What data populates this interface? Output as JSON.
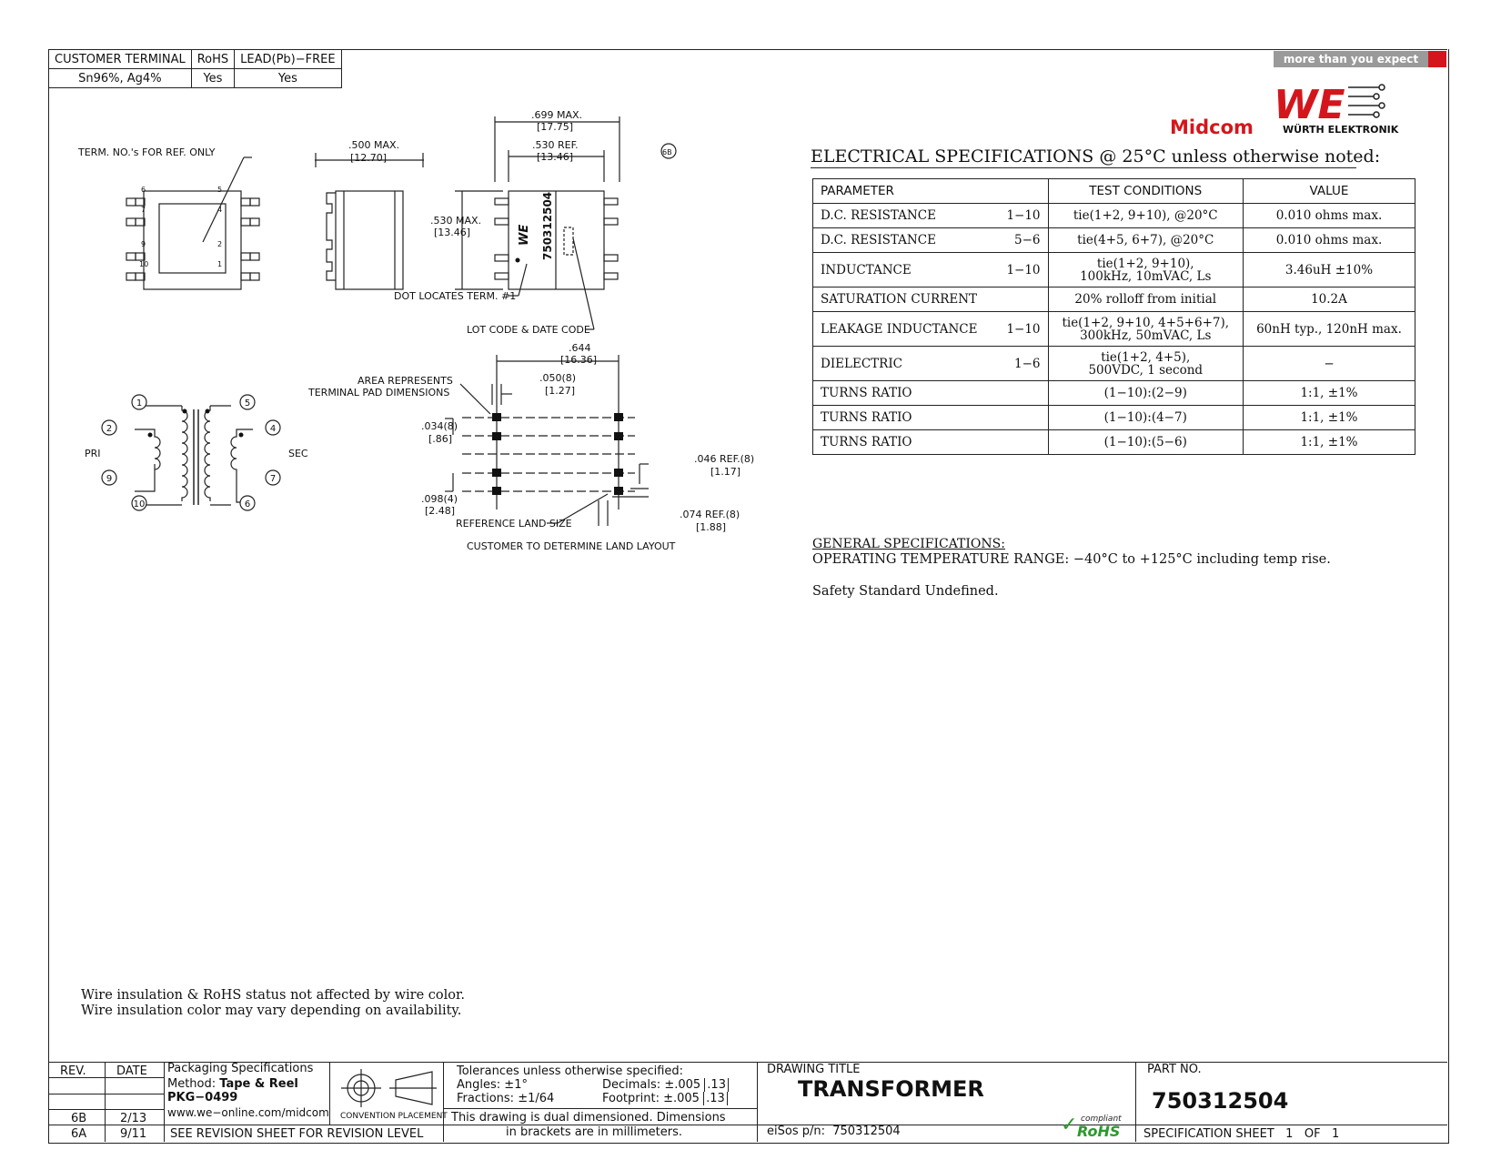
{
  "terminal_table": {
    "headers": [
      "CUSTOMER TERMINAL",
      "RoHS",
      "LEAD(Pb)−FREE"
    ],
    "values": [
      "Sn96%, Ag4%",
      "Yes",
      "Yes"
    ]
  },
  "branding": {
    "banner": "more than you expect",
    "midcom": "Midcom",
    "we": "WE",
    "wurth": "WÜRTH ELEKTRONIK",
    "red": "#d4161c"
  },
  "drawing": {
    "term_note": "TERM. NO.'s FOR REF. ONLY",
    "pin_left": [
      "6",
      "7",
      "9",
      "10"
    ],
    "pin_right": [
      "5",
      "4",
      "2",
      "1"
    ],
    "side_width": ".500 MAX.",
    "side_width_mm": "[12.70]",
    "top_width": ".699 MAX.",
    "top_width_mm": "[17.75]",
    "top_ref": ".530 REF.",
    "top_ref_mm": "[13.46]",
    "rev_mark": "6B",
    "height": ".530 MAX.",
    "height_mm": "[13.46]",
    "part_mark": "750312504",
    "dot_note": "DOT LOCATES TERM. #1",
    "lot_note": "LOT CODE & DATE CODE",
    "schematic_pri": "PRI",
    "schematic_sec": "SEC",
    "pri_pins": [
      "1",
      "2",
      "9",
      "10"
    ],
    "sec_pins": [
      "5",
      "4",
      "7",
      "6"
    ],
    "land_width": ".644",
    "land_width_mm": "[16.36]",
    "area_note_1": "AREA REPRESENTS",
    "area_note_2": "TERMINAL PAD DIMENSIONS",
    "pad_w": ".050(8)",
    "pad_w_mm": "[1.27]",
    "pad_h": ".034(8)",
    "pad_h_mm": "[.86]",
    "pitch": ".098(4)",
    "pitch_mm": "[2.48]",
    "ref1": ".046 REF.(8)",
    "ref1_mm": "[1.17]",
    "ref2": ".074 REF.(8)",
    "ref2_mm": "[1.88]",
    "land_note": "REFERENCE LAND SIZE",
    "customer_note": "CUSTOMER TO DETERMINE LAND LAYOUT"
  },
  "electrical": {
    "title": "ELECTRICAL SPECIFICATIONS @ 25°C unless otherwise noted:",
    "headers": [
      "PARAMETER",
      "TEST CONDITIONS",
      "VALUE"
    ],
    "rows": [
      {
        "param": "D.C. RESISTANCE",
        "pins": "1−10",
        "cond1": "tie(1+2, 9+10), @20°C",
        "cond2": "",
        "value": "0.010 ohms max."
      },
      {
        "param": "D.C. RESISTANCE",
        "pins": "5−6",
        "cond1": "tie(4+5, 6+7), @20°C",
        "cond2": "",
        "value": "0.010 ohms max."
      },
      {
        "param": "INDUCTANCE",
        "pins": "1−10",
        "cond1": "tie(1+2, 9+10),",
        "cond2": "100kHz, 10mVAC, Ls",
        "value": "3.46uH ±10%"
      },
      {
        "param": "SATURATION CURRENT",
        "pins": "",
        "cond1": "20% rolloff from initial",
        "cond2": "",
        "value": "10.2A"
      },
      {
        "param": "LEAKAGE INDUCTANCE",
        "pins": "1−10",
        "cond1": "tie(1+2, 9+10, 4+5+6+7),",
        "cond2": "300kHz, 50mVAC, Ls",
        "value": "60nH typ., 120nH max."
      },
      {
        "param": "DIELECTRIC",
        "pins": "1−6",
        "cond1": "tie(1+2, 4+5),",
        "cond2": "500VDC, 1 second",
        "value": "−"
      },
      {
        "param": "TURNS RATIO",
        "pins": "",
        "cond1": "(1−10):(2−9)",
        "cond2": "",
        "value": "1:1, ±1%"
      },
      {
        "param": "TURNS RATIO",
        "pins": "",
        "cond1": "(1−10):(4−7)",
        "cond2": "",
        "value": "1:1, ±1%"
      },
      {
        "param": "TURNS RATIO",
        "pins": "",
        "cond1": "(1−10):(5−6)",
        "cond2": "",
        "value": "1:1, ±1%"
      }
    ]
  },
  "general": {
    "title": "GENERAL SPECIFICATIONS:",
    "operating": "OPERATING TEMPERATURE RANGE: −40°C to +125°C including temp rise.",
    "safety": "Safety Standard Undefined."
  },
  "wire_notes": [
    "Wire insulation & RoHS status not affected by wire color.",
    "Wire insulation color may vary depending on availability."
  ],
  "title_block": {
    "rev_header": "REV.",
    "date_header": "DATE",
    "revs": [
      {
        "rev": "6B",
        "date": "2/13"
      },
      {
        "rev": "6A",
        "date": "9/11"
      }
    ],
    "pkg_title": "Packaging Specifications",
    "pkg_method_label": "Method:",
    "pkg_method": "Tape & Reel",
    "pkg_number": "PKG−0499",
    "website": "www.we−online.com/midcom",
    "see_revision": "SEE REVISION SHEET FOR REVISION LEVEL",
    "convention": "CONVENTION PLACEMENT",
    "tol_title": "Tolerances unless otherwise specified:",
    "angles_label": "Angles:",
    "angles": "±1°",
    "fractions_label": "Fractions:",
    "fractions": "±1/64",
    "decimals_label": "Decimals:",
    "decimals": "±.005",
    "decimals_mm": ".13",
    "footprint_label": "Footprint:",
    "footprint": "±.005",
    "footprint_mm": ".13",
    "dual_1": "This drawing is dual dimensioned. Dimensions",
    "dual_2": "in brackets are in millimeters.",
    "drawing_title_label": "DRAWING TITLE",
    "drawing_title": "TRANSFORMER",
    "eisos_label": "eiSos p/n:",
    "eisos": "750312504",
    "compliant": "compliant",
    "rohs": "RoHS",
    "part_no_label": "PART NO.",
    "part_no": "750312504",
    "sheet_label": "SPECIFICATION SHEET",
    "sheet": "1",
    "of_label": "OF",
    "of": "1"
  }
}
